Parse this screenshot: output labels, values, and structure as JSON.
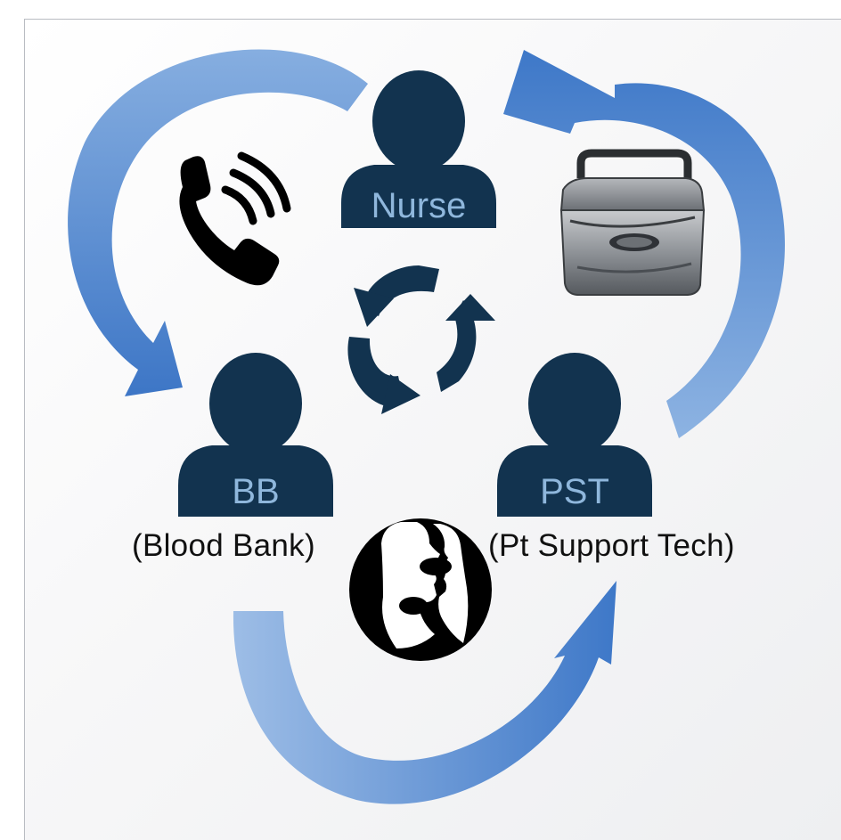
{
  "roles": {
    "nurse": {
      "label": "Nurse"
    },
    "blood_bank": {
      "label": "BB",
      "caption": "(Blood Bank)"
    },
    "support_tech": {
      "label": "PST",
      "caption": "(Pt Support Tech)"
    }
  },
  "icons": {
    "phone": "phone-icon",
    "cooler": "blood-cooler-icon",
    "conversation": "face-to-face-conversation-icon",
    "cycle": "cycle-arrows-icon"
  },
  "colors": {
    "person": "#12334f",
    "role_text": "#8fb7dc",
    "arrow_light": "#7ea6d9",
    "arrow_dark": "#3c74c4",
    "background": "#f4f5f6"
  }
}
